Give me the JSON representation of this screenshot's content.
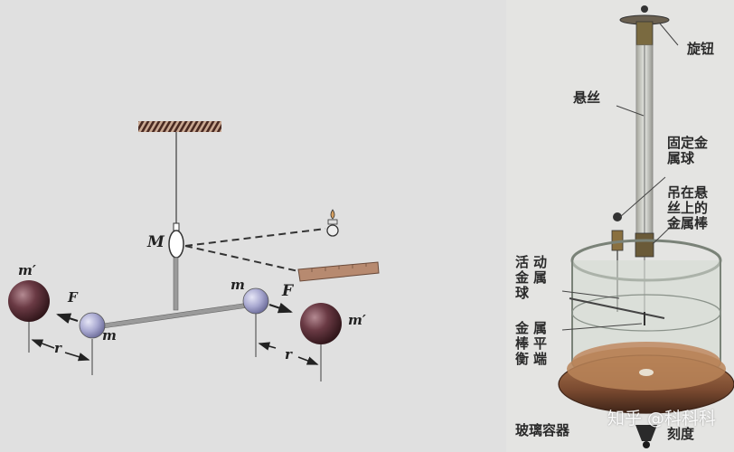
{
  "left_diagram": {
    "title_hidden": "Cavendish torsion balance schematic",
    "labels": {
      "M": "M",
      "m_left": "m",
      "m_right": "m",
      "m_prime_left": "m′",
      "m_prime_right": "m′",
      "F_left": "F",
      "F_right": "F",
      "r_left": "r",
      "r_right": "r"
    },
    "colors": {
      "large_sphere": "#5a3038",
      "small_sphere": "#a8a8d0",
      "ceiling": "#8a6a58",
      "scale": "#b78a70",
      "rod": "#8c8c8c"
    }
  },
  "right_photo": {
    "labels": {
      "knob": "旋钮",
      "suspension_wire": "悬丝",
      "fixed_ball_line1": "固定金",
      "fixed_ball_line2": "属球",
      "hanging_rod_line1": "吊在悬",
      "hanging_rod_line2": "丝上的",
      "hanging_rod_line3": "金属棒",
      "movable_ball_col1": "活金球",
      "movable_ball_col2": "动属",
      "balance_end_col1": "金棒衡",
      "balance_end_col2": "属平端",
      "glass_container": "玻璃容器",
      "scale": "刻度"
    },
    "colors": {
      "base": "#7a4a30",
      "glass": "#c8d0c8",
      "brass": "#8a7040"
    }
  },
  "watermark": "知乎 @科科科"
}
